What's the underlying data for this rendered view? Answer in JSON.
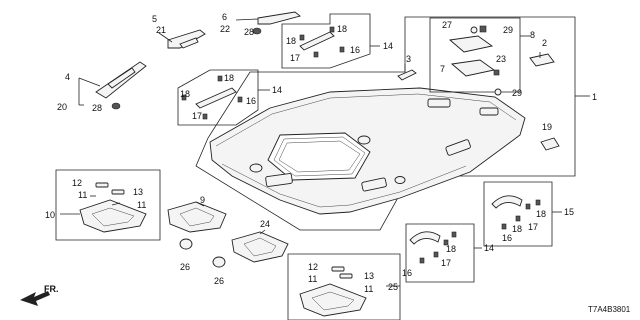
{
  "diagram_code": "T7A4B3801",
  "direction_label": "FR.",
  "callouts": {
    "c1": "1",
    "c2": "2",
    "c3": "3",
    "c4": "4",
    "c5": "5",
    "c6": "6",
    "c7": "7",
    "c8": "8",
    "c9": "9",
    "c10": "10",
    "c11a": "11",
    "c11b": "11",
    "c11c": "11",
    "c11d": "11",
    "c12a": "12",
    "c12b": "12",
    "c13a": "13",
    "c13b": "13",
    "c14a": "14",
    "c14b": "14",
    "c14c": "14",
    "c15": "15",
    "c16a": "16",
    "c16b": "16",
    "c16c": "16",
    "c16d": "16",
    "c17a": "17",
    "c17b": "17",
    "c17c": "17",
    "c17d": "17",
    "c18a": "18",
    "c18b": "18",
    "c18c": "18",
    "c18d": "18",
    "c18e": "18",
    "c18f": "18",
    "c18g": "18",
    "c19": "19",
    "c20": "20",
    "c21": "21",
    "c22": "22",
    "c23": "23",
    "c24": "24",
    "c25": "25",
    "c26a": "26",
    "c26b": "26",
    "c27": "27",
    "c28a": "28",
    "c28b": "28",
    "c29a": "29",
    "c29b": "29"
  }
}
